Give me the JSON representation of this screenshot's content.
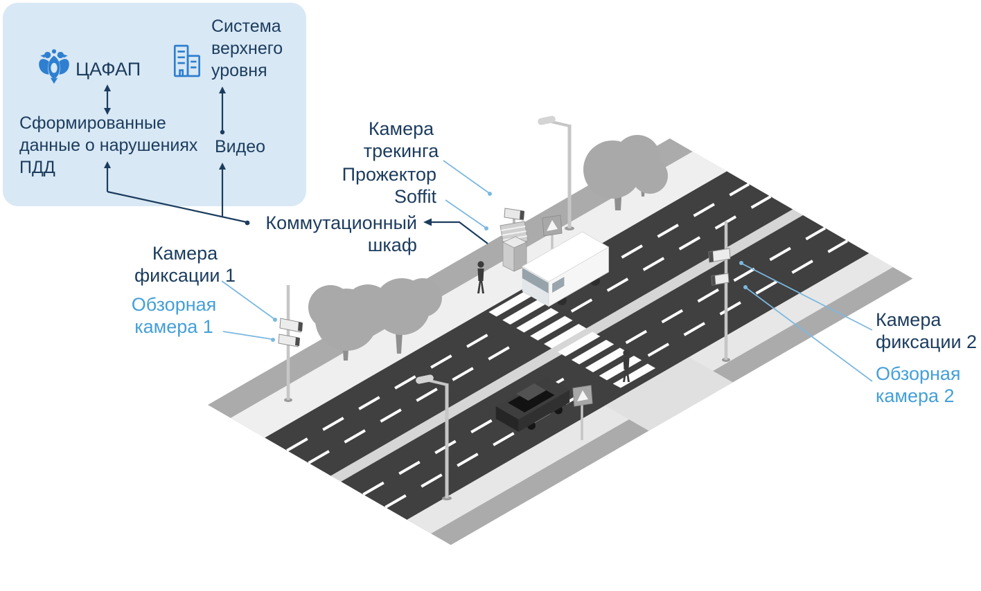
{
  "panel": {
    "cafap_label": "ЦАФАП",
    "system_lines": [
      "Система",
      "верхнего",
      "уровня"
    ],
    "violations_lines": [
      "Сформированные",
      "данные о нарушениях",
      "ПДД"
    ],
    "video_label": "Видео"
  },
  "labels": {
    "tracking_camera": [
      "Камера",
      "трекинга"
    ],
    "soffit": [
      "Прожектор",
      "Soffit"
    ],
    "cabinet": [
      "Коммутационный",
      "шкаф"
    ],
    "fixation_camera_1": [
      "Камера",
      "фиксации 1"
    ],
    "overview_camera_1": [
      "Обзорная",
      "камера 1"
    ],
    "fixation_camera_2": [
      "Камера",
      "фиксации 2"
    ],
    "overview_camera_2": [
      "Обзорная",
      "камера 2"
    ]
  },
  "colors": {
    "panel_bg": "#d8e8f4",
    "navy_text": "#1c3c5e",
    "light_blue_text": "#449fd8",
    "leader_line": "#7cb8df",
    "icon_blue": "#2e7fd0",
    "road": "#404040",
    "sidewalk": "#efefef",
    "ground": "#ababab"
  }
}
